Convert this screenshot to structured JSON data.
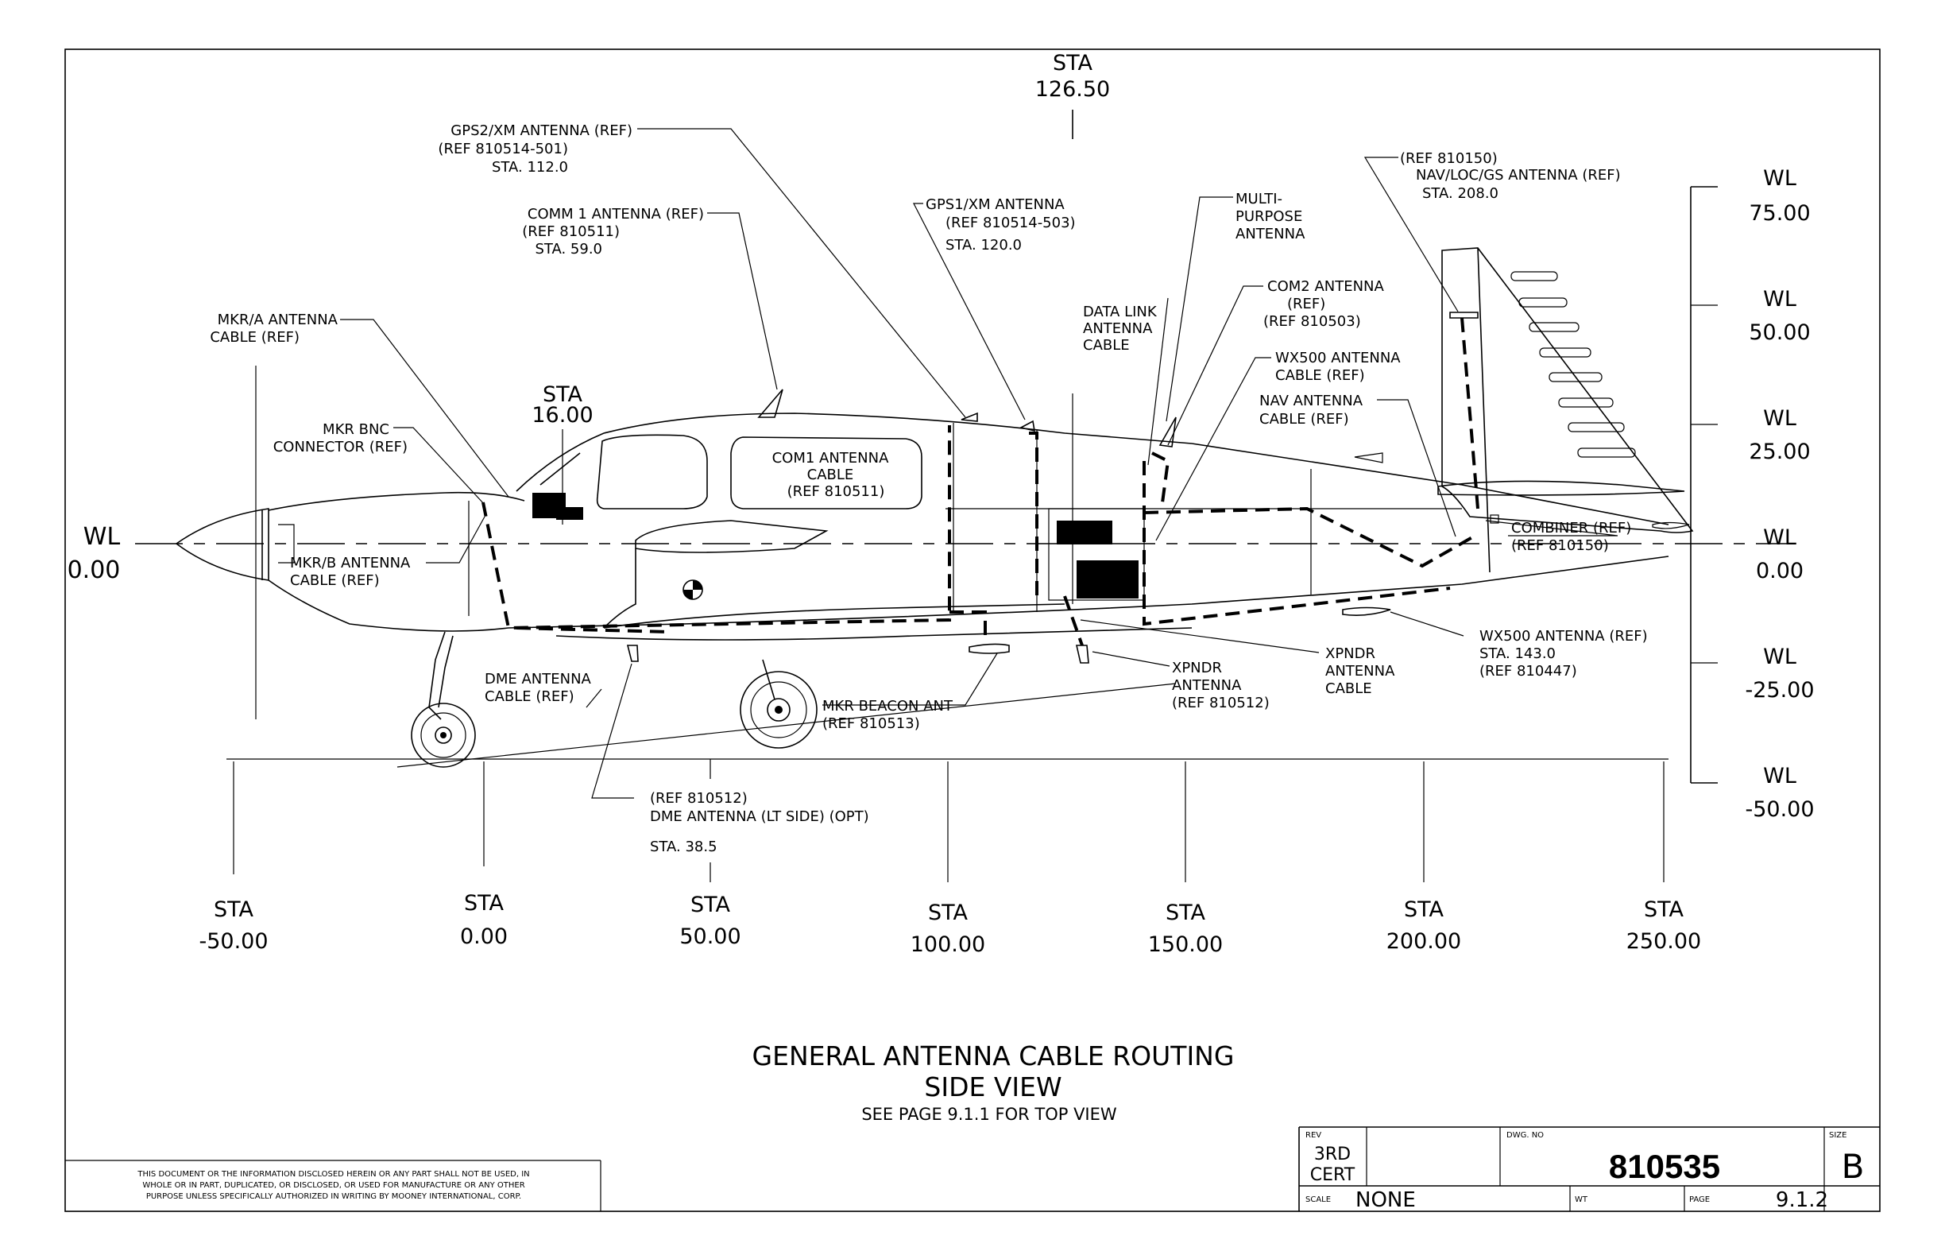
{
  "title": {
    "line1": "GENERAL ANTENNA CABLE ROUTING",
    "line2": "SIDE VIEW",
    "line3": "SEE PAGE 9.1.1 FOR TOP VIEW"
  },
  "top_station": {
    "label": "STA",
    "value": "126.50"
  },
  "fuselage_station": {
    "label": "STA",
    "value": "16.00"
  },
  "wl_zero_left": {
    "label": "WL",
    "value": "0.00"
  },
  "stations": [
    {
      "label": "STA",
      "value": "-50.00"
    },
    {
      "label": "STA",
      "value": "0.00"
    },
    {
      "label": "STA",
      "value": "50.00"
    },
    {
      "label": "STA",
      "value": "100.00"
    },
    {
      "label": "STA",
      "value": "150.00"
    },
    {
      "label": "STA",
      "value": "200.00"
    },
    {
      "label": "STA",
      "value": "250.00"
    }
  ],
  "waterlines": [
    {
      "label": "WL",
      "value": "75.00"
    },
    {
      "label": "WL",
      "value": "50.00"
    },
    {
      "label": "WL",
      "value": "25.00"
    },
    {
      "label": "WL",
      "value": "0.00"
    },
    {
      "label": "WL",
      "value": "-25.00"
    },
    {
      "label": "WL",
      "value": "-50.00"
    }
  ],
  "callouts": {
    "gps2": [
      "GPS2/XM ANTENNA (REF)",
      "(REF 810514-501)",
      "STA. 112.0"
    ],
    "comm1_ant": [
      "COMM 1 ANTENNA (REF)",
      "(REF 810511)",
      "STA. 59.0"
    ],
    "mkra": [
      "MKR/A ANTENNA",
      "CABLE (REF)"
    ],
    "mkr_bnc": [
      "MKR BNC",
      "CONNECTOR (REF)"
    ],
    "mkrb": [
      "MKR/B ANTENNA",
      "CABLE (REF)"
    ],
    "com1_cable": [
      "COM1 ANTENNA",
      "CABLE",
      "(REF 810511)"
    ],
    "gps1": [
      "GPS1/XM ANTENNA",
      "(REF 810514-503)",
      "STA. 120.0"
    ],
    "multi": [
      "MULTI-",
      "PURPOSE",
      "ANTENNA"
    ],
    "data_link": [
      "DATA LINK",
      "ANTENNA",
      "CABLE"
    ],
    "com2": [
      "COM2 ANTENNA",
      "(REF)",
      "(REF 810503)"
    ],
    "wx500_cable": [
      "WX500 ANTENNA",
      "CABLE (REF)"
    ],
    "nav_cable": [
      "NAV ANTENNA",
      "CABLE (REF)"
    ],
    "nav_loc": [
      "(REF 810150)",
      "NAV/LOC/GS ANTENNA (REF)",
      "STA. 208.0"
    ],
    "combiner": [
      "COMBINER (REF)",
      "(REF 810150)"
    ],
    "wx500_ant": [
      "WX500 ANTENNA (REF)",
      "STA. 143.0",
      "(REF 810447)"
    ],
    "xpndr_cable": [
      "XPNDR",
      "ANTENNA",
      "CABLE"
    ],
    "xpndr_ant": [
      "XPNDR",
      "ANTENNA",
      "(REF 810512)"
    ],
    "mkr_beacon": [
      "MKR BEACON ANT",
      "(REF 810513)"
    ],
    "dme_cable": [
      "DME ANTENNA",
      "CABLE (REF)"
    ],
    "dme_ant": [
      "(REF 810512)",
      "DME ANTENNA (LT SIDE) (OPT)"
    ],
    "dme_sta": "STA. 38.5"
  },
  "disclaimer": [
    "THIS DOCUMENT OR THE INFORMATION DISCLOSED HEREIN OR ANY PART SHALL NOT BE USED, IN",
    "WHOLE OR IN PART, DUPLICATED, OR DISCLOSED, OR USED FOR MANUFACTURE OR ANY OTHER",
    "PURPOSE UNLESS SPECIFICALLY AUTHORIZED IN WRITING BY MOONEY INTERNATIONAL, CORP."
  ],
  "title_block": {
    "rev_label": "REV",
    "rev_line1": "3RD",
    "rev_line2": "CERT",
    "dwg_label": "DWG. NO",
    "dwg_no": "810535",
    "size_label": "SIZE",
    "size": "B",
    "scale_label": "SCALE",
    "scale": "NONE",
    "wt_label": "WT",
    "page_label": "PAGE",
    "page": "9.1.2"
  }
}
